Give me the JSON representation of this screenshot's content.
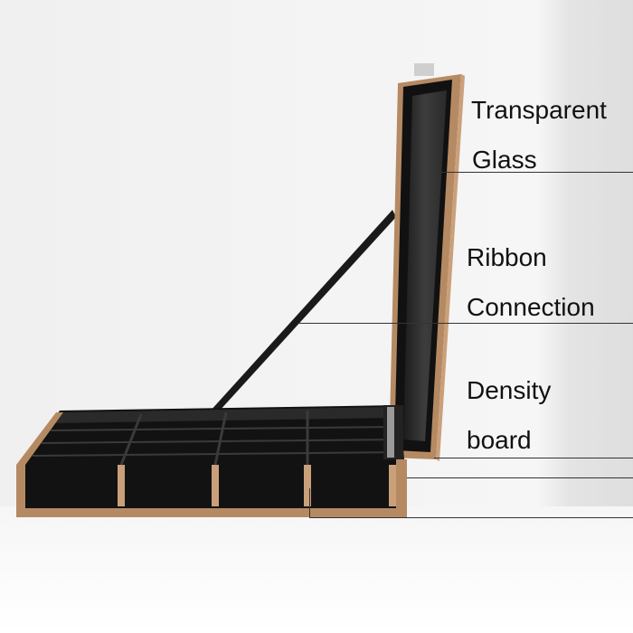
{
  "labels": {
    "glass_line1": "Transparent",
    "glass_line2": "Glass",
    "ribbon_line1": "Ribbon",
    "ribbon_line2": "Connection",
    "board_line1": "Density",
    "board_line2": "board"
  },
  "colors": {
    "background": "#f3f3f3",
    "wall_gradient": "#ececec",
    "wood_frame": "#b58a63",
    "wood_light": "#caa07a",
    "black_velvet": "#121212",
    "glass_tint": "#3a3a3a",
    "ribbon": "#1a1a1a",
    "leader_line": "#333333"
  }
}
